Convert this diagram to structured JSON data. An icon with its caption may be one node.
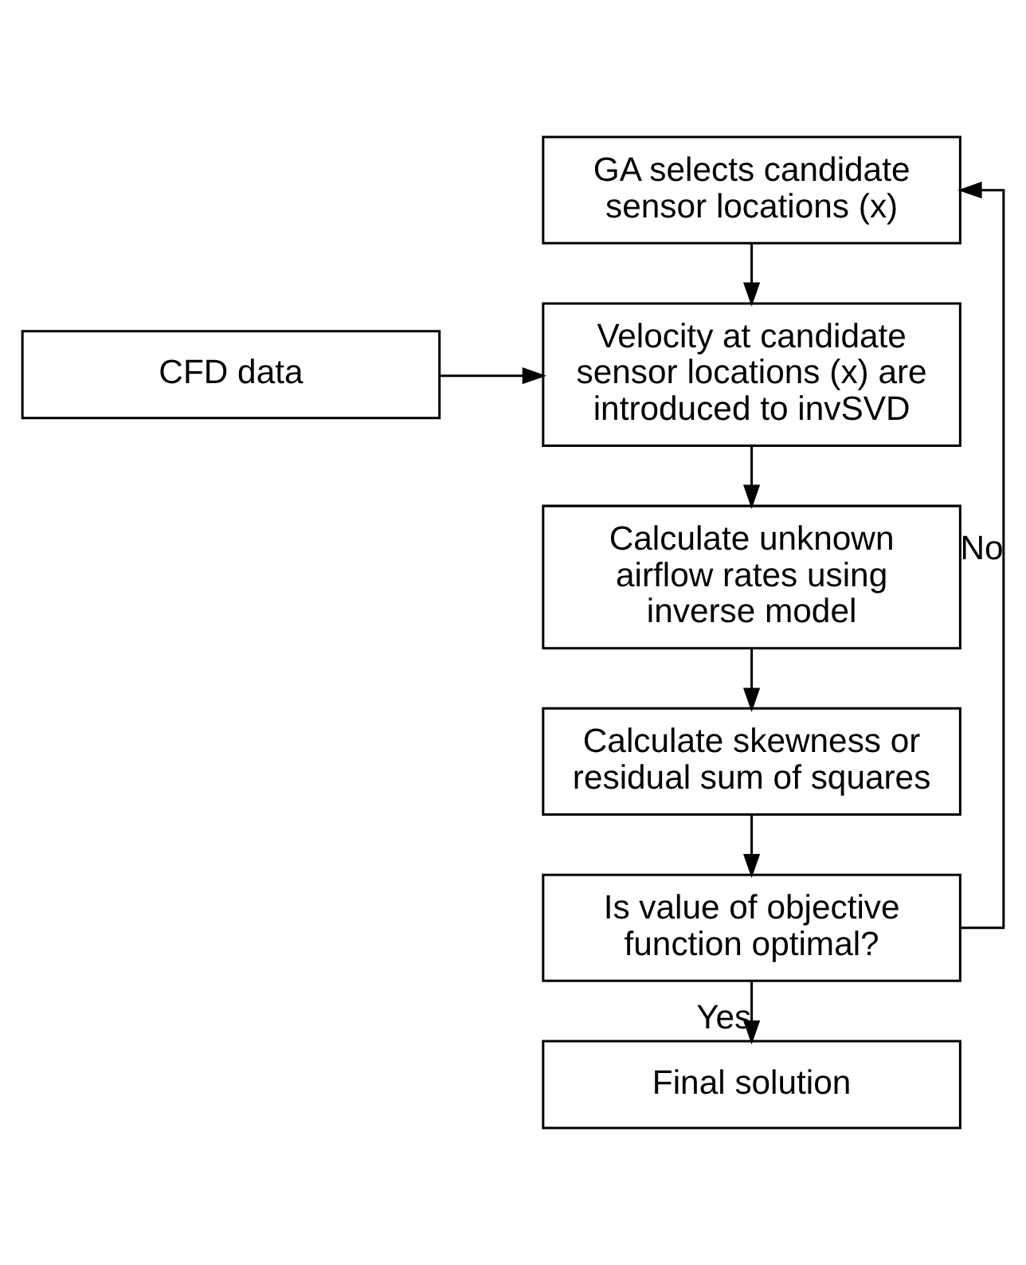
{
  "diagram": {
    "nodes": [
      {
        "text": [
          "GA selects candidate sensor locations (x)"
        ]
      },
      {
        "text": [
          "CFD data"
        ]
      },
      {
        "text": [
          "Velocity at candidate sensor locations (x) are introduced to invSVD"
        ]
      },
      {
        "text": [
          "Calculate unknown airflow rates using inverse model"
        ]
      },
      {
        "text": [
          "Calculate skewness or residual sum of squares"
        ]
      },
      {
        "text": [
          "Is value of objective function optimal?"
        ]
      },
      {
        "text": [
          "Final solution"
        ]
      }
    ],
    "edges": [
      {
        "from": 0,
        "to": 2,
        "arrow": "to"
      },
      {
        "from": 1,
        "to": 2,
        "arrow": "to"
      },
      {
        "from": 2,
        "to": 3,
        "arrow": "to"
      },
      {
        "from": 3,
        "to": 4,
        "arrow": "to"
      },
      {
        "from": 4,
        "to": 5,
        "arrow": "to"
      },
      {
        "from": 5,
        "to": 6,
        "arrow": "to",
        "label": "Yes"
      },
      {
        "from": 5,
        "to": 0,
        "arrow": "to",
        "label": "No"
      }
    ]
  }
}
